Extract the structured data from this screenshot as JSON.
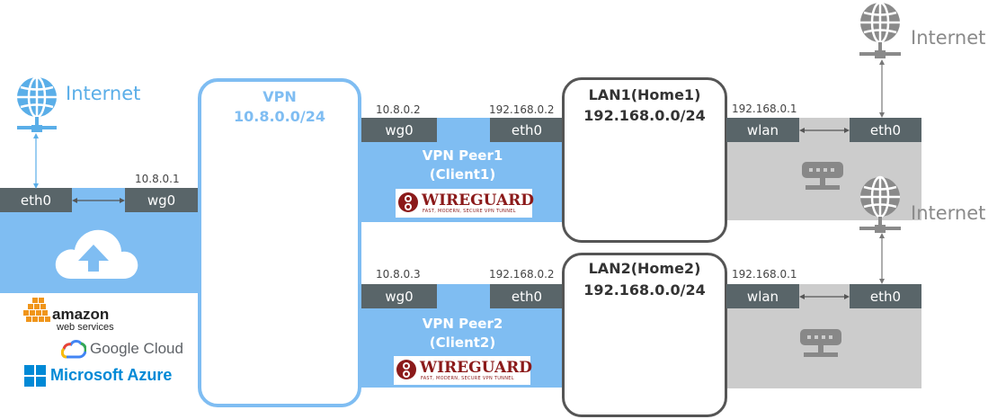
{
  "left": {
    "internet_label": "Internet",
    "eth0": "eth0",
    "wg0": "wg0",
    "wg0_ip": "10.8.0.1",
    "cloud_providers": [
      "amazon",
      "web services",
      "Google Cloud",
      "Microsoft Azure"
    ]
  },
  "vpn": {
    "title": "VPN",
    "subnet": "10.8.0.0/24"
  },
  "peer1": {
    "wg0": "wg0",
    "wg0_ip": "10.8.0.2",
    "eth0": "eth0",
    "eth0_ip": "192.168.0.2",
    "label_line1": "VPN Peer1",
    "label_line2": "(Client1)",
    "logo_text": "WIREGUARD",
    "logo_tagline": "FAST, MODERN, SECURE VPN TUNNEL"
  },
  "peer2": {
    "wg0": "wg0",
    "wg0_ip": "10.8.0.3",
    "eth0": "eth0",
    "eth0_ip": "192.168.0.2",
    "label_line1": "VPN Peer2",
    "label_line2": "(Client2)",
    "logo_text": "WIREGUARD",
    "logo_tagline": "FAST, MODERN, SECURE VPN TUNNEL"
  },
  "lan1": {
    "title": "LAN1(Home1)",
    "subnet": "192.168.0.0/24",
    "wlan": "wlan",
    "wlan_ip": "192.168.0.1",
    "eth0": "eth0",
    "internet_label": "Internet"
  },
  "lan2": {
    "title": "LAN2(Home2)",
    "subnet": "192.168.0.0/24",
    "wlan": "wlan",
    "wlan_ip": "192.168.0.1",
    "eth0": "eth0",
    "internet_label": "Internet"
  },
  "colors": {
    "vpn_blue": "#7fbdf2",
    "port_gray": "#596569",
    "router_gray": "#cccccc",
    "internet_blue": "#5aaee8",
    "internet_gray": "#8a8a8a",
    "wireguard_red": "#8b1a1a"
  }
}
